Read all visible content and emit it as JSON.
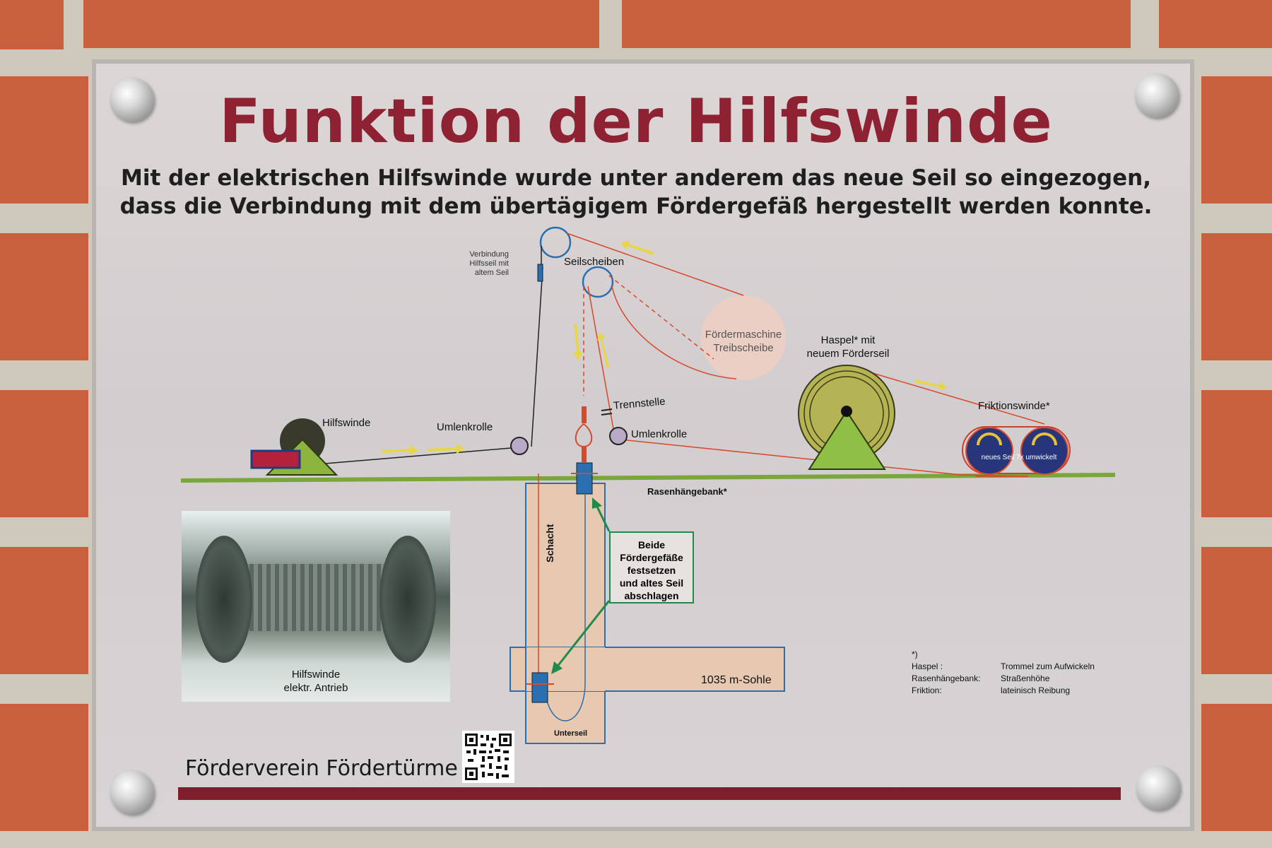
{
  "title": "Funktion der Hilfswinde",
  "subtitle": {
    "line1": "Mit der elektrischen Hilfswinde wurde unter anderem das neue Seil so eingezogen,",
    "line2": "dass die Verbindung mit dem übertägigem Fördergefäß hergestellt werden konnte."
  },
  "labels": {
    "verbindung": [
      "Verbindung",
      "Hilfsseil mit",
      "altem Seil"
    ],
    "seilscheiben": "Seilscheiben",
    "foerdermaschine": [
      "Fördermaschine",
      "Treibscheibe"
    ],
    "haspel": [
      "Haspel* mit",
      "neuem Förderseil"
    ],
    "friktionswinde": "Friktionswinde*",
    "friktion_drum": "neues Seil 7x umwickelt",
    "hilfswinde": "Hilfswinde",
    "umlenkrolle_left": "Umlenkrolle",
    "trennstelle": "Trennstelle",
    "umlenkrolle_right": "Umlenkrolle",
    "rasenhaengebank": "Rasenhängebank*",
    "schacht": "Schacht",
    "sohle": "1035 m-Sohle",
    "unterseil": "Unterseil",
    "beide_box": [
      "Beide",
      "Fördergefäße",
      "festsetzen",
      "und altes Seil",
      "abschlagen"
    ]
  },
  "photo_caption": [
    "Hilfswinde",
    "elektr. Antrieb"
  ],
  "legend": {
    "marker": "*)",
    "rows": [
      {
        "term": "Haspel :",
        "desc": "Trommel zum Aufwickeln"
      },
      {
        "term": "Rasenhängebank:",
        "desc": "Straßenhöhe"
      },
      {
        "term": "Friktion:",
        "desc": "lateinisch Reibung"
      }
    ]
  },
  "footer": "Förderverein Fördertürme",
  "colors": {
    "title": "#8e2233",
    "ground_line": "#7aa63a",
    "rope_red": "#d9482a",
    "arrow_yellow": "#e8d64a",
    "arrow_green": "#1f8a4c",
    "shaft_blue": "#2a6fb0",
    "footer_bar": "#7e1d2b"
  },
  "icons": [
    "screw-icon",
    "qr-code-icon",
    "pulley-icon",
    "winch-icon",
    "drum-icon"
  ]
}
